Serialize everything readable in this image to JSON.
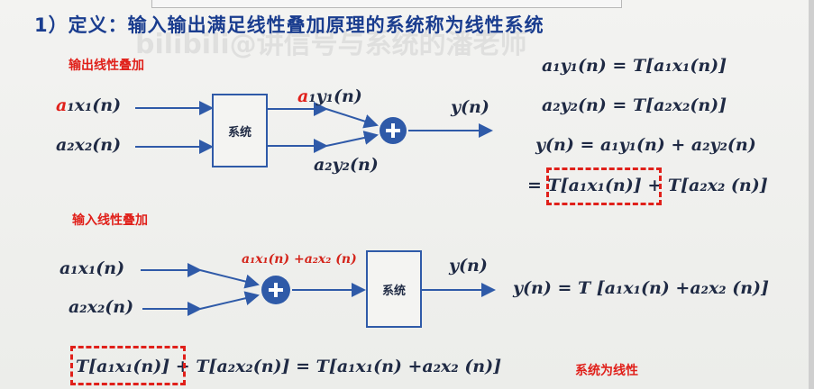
{
  "title": "1）定义：输入输出满足线性叠加原理的系统称为线性系统",
  "watermark": "bilibili@讲信号与系统的潘老师",
  "section1": {
    "label": "输出线性叠加",
    "input1_coef": "a",
    "input1_rest": "₁x₁(n)",
    "input2": "a₂x₂(n)",
    "block_label": "系统",
    "out1_coef": "a",
    "out1_rest": "₁y₁(n)",
    "out2": "a₂y₂(n)",
    "output": "y(n)",
    "eq1": "a₁y₁(n) = T[a₁x₁(n)]",
    "eq2": "a₂y₂(n) = T[a₂x₂(n)]",
    "eq3": "y(n) = a₁y₁(n) + a₂y₂(n)",
    "eq4": "= T[a₁x₁(n)] + T[a₂x₂ (n)]"
  },
  "section2": {
    "label": "输入线性叠加",
    "input1": "a₁x₁(n)",
    "input2": "a₂x₂(n)",
    "sum_label": "a₁x₁(n) +a₂x₂ (n)",
    "block_label": "系统",
    "output": "y(n)",
    "eq": "y(n) = T [a₁x₁(n) +a₂x₂ (n)]"
  },
  "conclusion": {
    "eq": "T[a₁x₁(n)] + T[a₂x₂(n)] = T[a₁x₁(n) +a₂x₂ (n)]",
    "text": "系统为线性"
  },
  "colors": {
    "accent": "#e0201a",
    "block": "#2f5aa8",
    "text": "#1f2a44"
  },
  "icons": [
    "adder-icon",
    "adder-icon"
  ]
}
